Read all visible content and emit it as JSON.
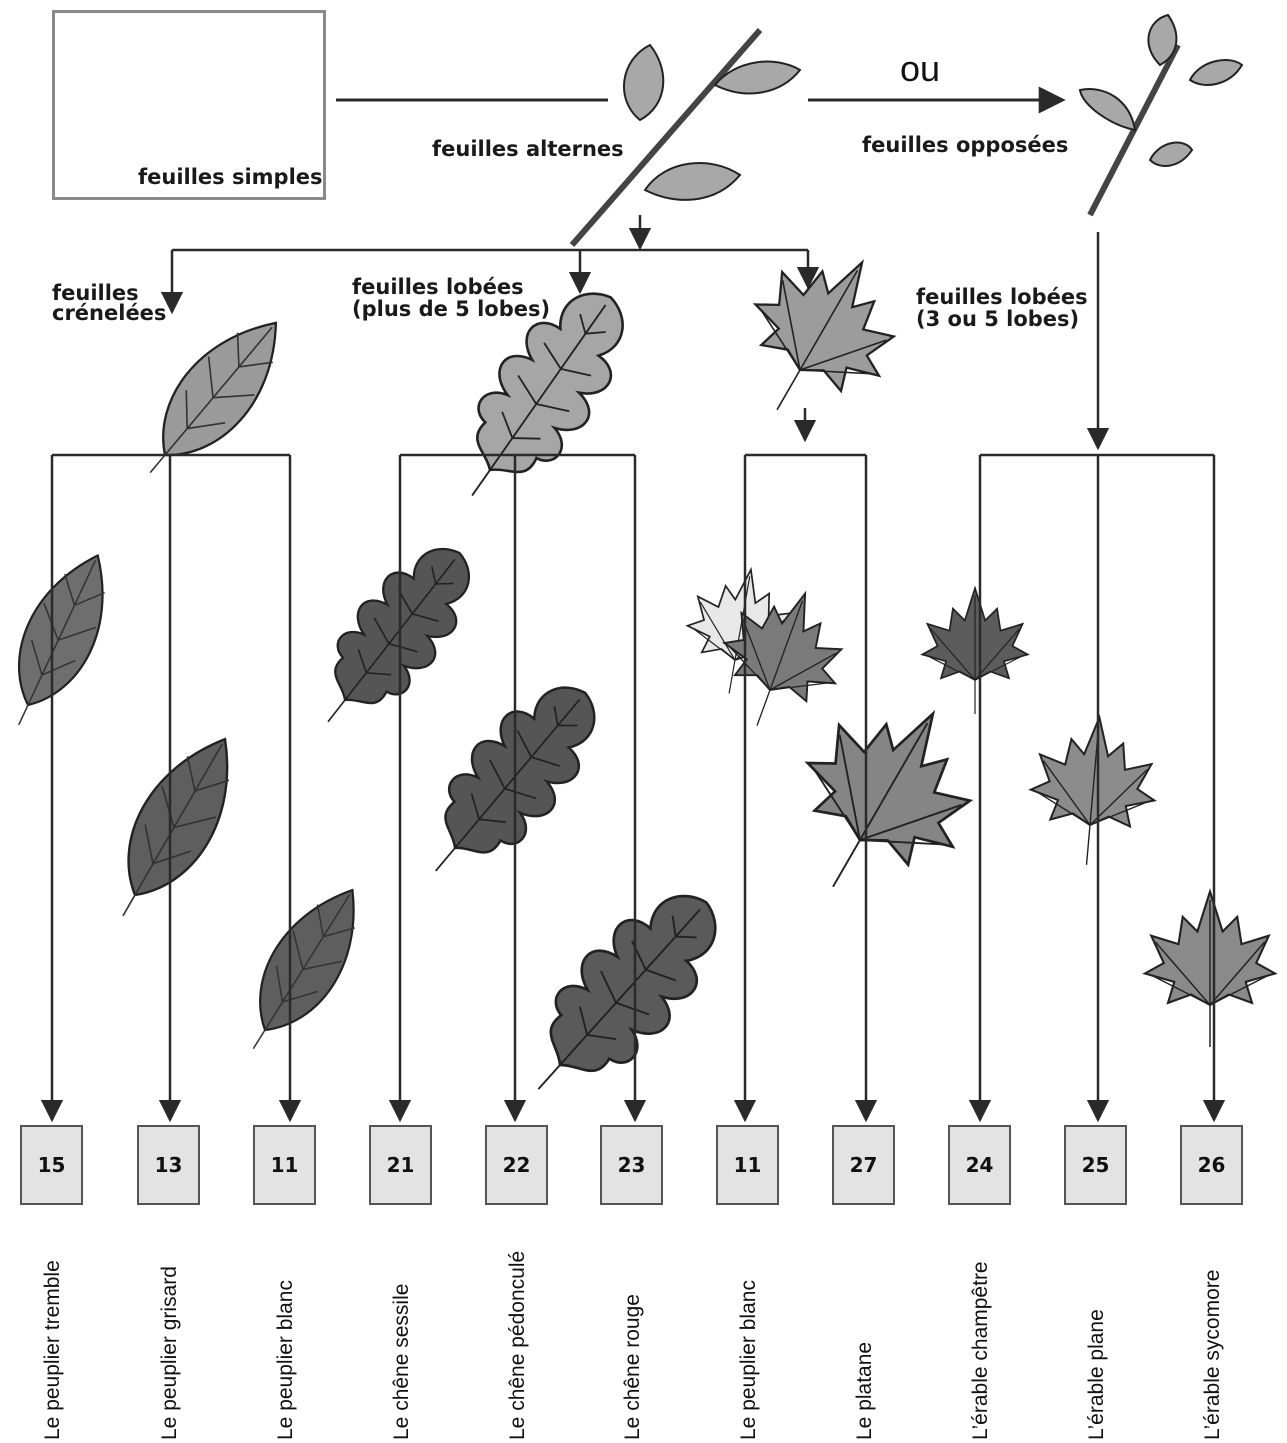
{
  "labels": {
    "simple": "feuilles simples",
    "alternes": "feuilles alternes",
    "opposees": "feuilles opposées",
    "ou": "ou",
    "crenelees_1": "feuilles",
    "crenelees_2": "crénelées",
    "lobees5_1": "feuilles lobées",
    "lobees5_2": "(plus de 5 lobes)",
    "lobees3_1": "feuilles lobées",
    "lobees3_2": "(3 ou 5 lobes)"
  },
  "species": [
    {
      "num": "15",
      "name": "Le peuplier tremble"
    },
    {
      "num": "13",
      "name": "Le peuplier grisard"
    },
    {
      "num": "11",
      "name": "Le peuplier blanc"
    },
    {
      "num": "21",
      "name": "Le chêne sessile"
    },
    {
      "num": "22",
      "name": "Le chêne pédonculé"
    },
    {
      "num": "23",
      "name": "Le chêne rouge"
    },
    {
      "num": "11",
      "name": "Le peuplier blanc"
    },
    {
      "num": "27",
      "name": "Le platane"
    },
    {
      "num": "24",
      "name": "L’érable champêtre"
    },
    {
      "num": "25",
      "name": "L’érable plane"
    },
    {
      "num": "26",
      "name": "L’érable sycomore"
    }
  ],
  "colors": {
    "line": "#2a2a2a",
    "leaf_light": "#b5b5b5",
    "leaf_mid": "#8a8a8a",
    "leaf_dark": "#5c5c5c",
    "box_fill": "#e3e3e3"
  }
}
